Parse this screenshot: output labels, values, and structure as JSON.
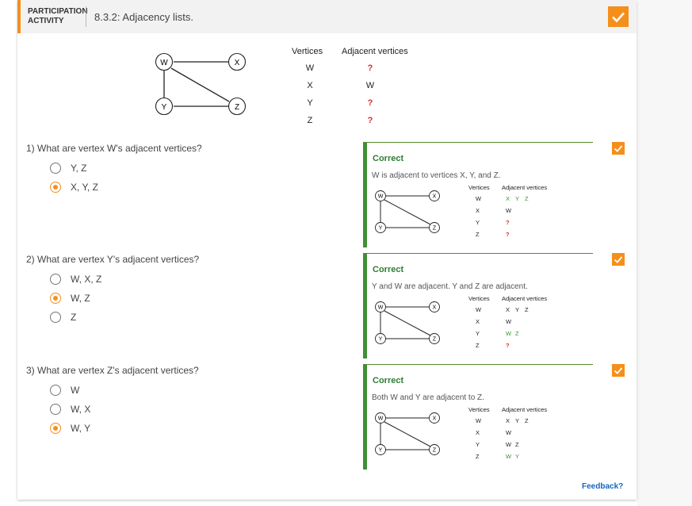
{
  "header": {
    "type_label_line1": "PARTICIPATION",
    "type_label_line2": "ACTIVITY",
    "title": "8.3.2: Adjacency lists."
  },
  "main_graph": {
    "vertices": [
      "W",
      "X",
      "Y",
      "Z"
    ]
  },
  "main_table": {
    "col_vertices": "Vertices",
    "col_adjacent": "Adjacent vertices",
    "rows": [
      {
        "vertex": "W",
        "adjacent": "?"
      },
      {
        "vertex": "X",
        "adjacent": "W"
      },
      {
        "vertex": "Y",
        "adjacent": "?"
      },
      {
        "vertex": "Z",
        "adjacent": "?"
      }
    ]
  },
  "questions": [
    {
      "text": "1) What are vertex W's adjacent vertices?",
      "options": [
        "Y, Z",
        "X, Y, Z"
      ],
      "selected": 1,
      "feedback_title": "Correct",
      "feedback_text": "W is adjacent to vertices X, Y, and Z.",
      "table": [
        {
          "vertex": "W",
          "adjacent": [
            "X",
            "Y",
            "Z"
          ],
          "color": "green"
        },
        {
          "vertex": "X",
          "adjacent": [
            "W"
          ],
          "color": "black"
        },
        {
          "vertex": "Y",
          "adjacent": [
            "?"
          ],
          "color": "red"
        },
        {
          "vertex": "Z",
          "adjacent": [
            "?"
          ],
          "color": "red"
        }
      ]
    },
    {
      "text": "2) What are vertex Y's adjacent vertices?",
      "options": [
        "W, X, Z",
        "W, Z",
        "Z"
      ],
      "selected": 1,
      "feedback_title": "Correct",
      "feedback_text": "Y and W are adjacent. Y and Z are adjacent.",
      "table": [
        {
          "vertex": "W",
          "adjacent": [
            "X",
            "Y",
            "Z"
          ],
          "color": "black"
        },
        {
          "vertex": "X",
          "adjacent": [
            "W"
          ],
          "color": "black"
        },
        {
          "vertex": "Y",
          "adjacent": [
            "W",
            "Z"
          ],
          "color": "green"
        },
        {
          "vertex": "Z",
          "adjacent": [
            "?"
          ],
          "color": "red"
        }
      ]
    },
    {
      "text": "3) What are vertex Z's adjacent vertices?",
      "options": [
        "W",
        "W, X",
        "W, Y"
      ],
      "selected": 2,
      "feedback_title": "Correct",
      "feedback_text": "Both W and Y are adjacent to Z.",
      "table": [
        {
          "vertex": "W",
          "adjacent": [
            "X",
            "Y",
            "Z"
          ],
          "color": "black"
        },
        {
          "vertex": "X",
          "adjacent": [
            "W"
          ],
          "color": "black"
        },
        {
          "vertex": "Y",
          "adjacent": [
            "W",
            "Z"
          ],
          "color": "black"
        },
        {
          "vertex": "Z",
          "adjacent": [
            "W",
            "Y"
          ],
          "color": "green"
        }
      ]
    }
  ],
  "feedback_link": "Feedback?",
  "colors": {
    "accent": "#f58f1b",
    "correct_green": "#3f8f34",
    "question_red": "#d32f2f",
    "link_blue": "#1565c0"
  },
  "icons": {
    "completion": "check-icon"
  }
}
